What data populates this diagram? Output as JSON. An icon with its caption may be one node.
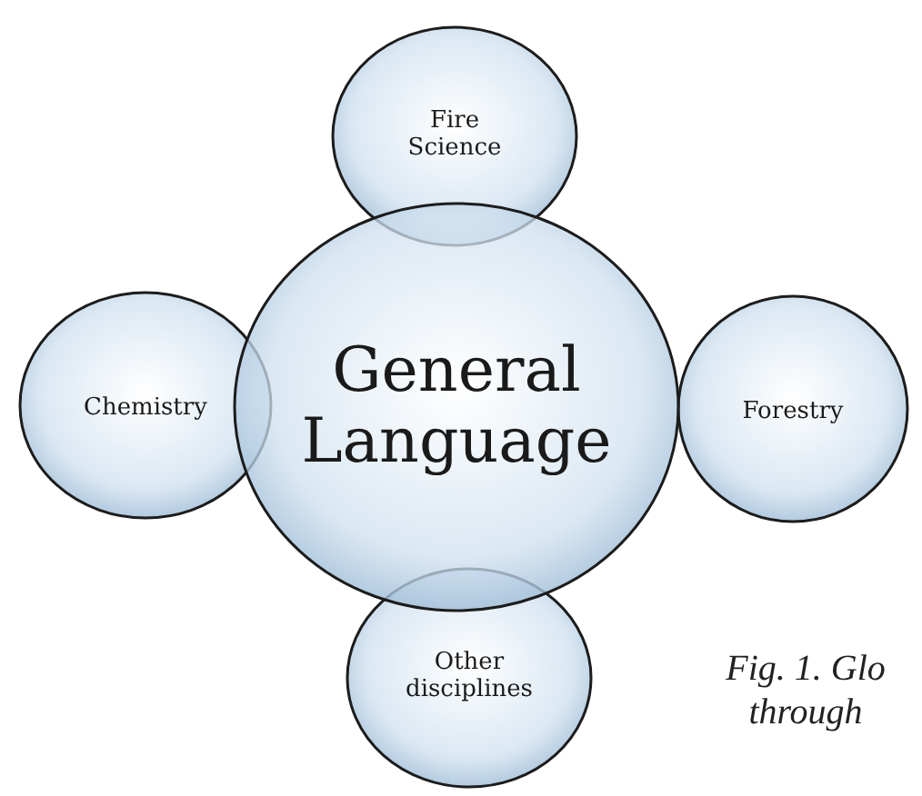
{
  "diagram": {
    "caption": "Fig. 1. Glo through",
    "nodes": [
      {
        "text": [
          "Fire Science"
        ]
      },
      {
        "text": [
          "Chemistry"
        ]
      },
      {
        "text": [
          "General Language"
        ]
      },
      {
        "text": [
          "Forestry"
        ]
      },
      {
        "text": [
          "Other disciplines"
        ]
      }
    ]
  }
}
